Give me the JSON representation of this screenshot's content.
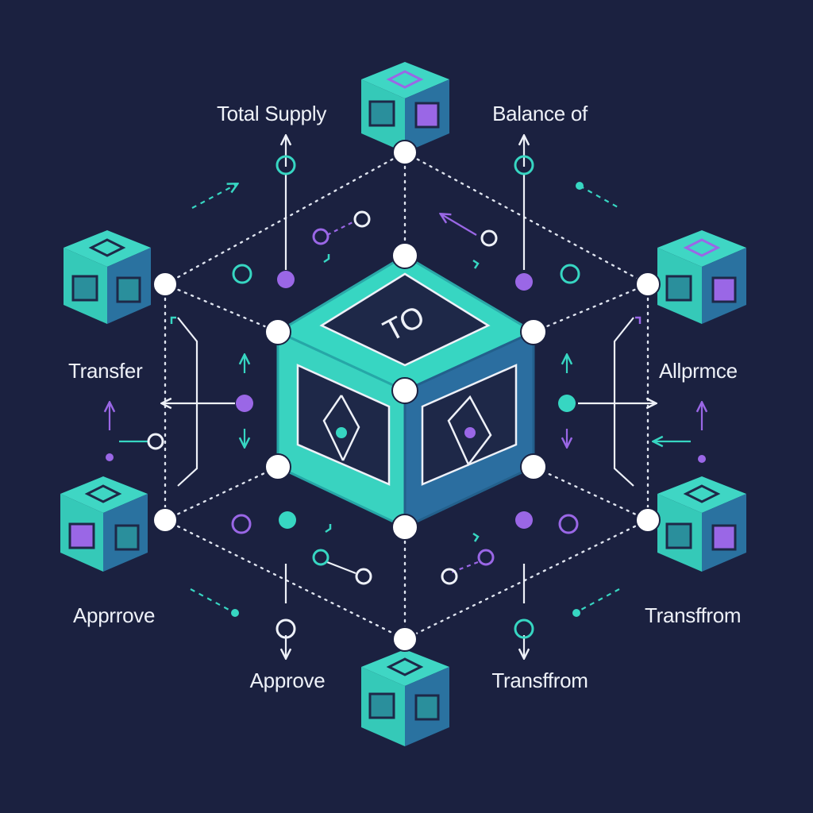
{
  "colors": {
    "background": "#1b2140",
    "teal": "#37d6c2",
    "teal_dark": "#2a8f9c",
    "blue_side": "#2a6f9d",
    "purple": "#9a67e6",
    "node": "#ffffff",
    "line": "#dfe4ef",
    "panel": "#1e2848"
  },
  "labels": {
    "total_supply": "Total Supply",
    "balance_of": "Balance of",
    "transfer": "Transfer",
    "allowance": "Allprmce",
    "approve_left": "Apprrove",
    "transfer_from_right": "Transffrom",
    "approve_bottom": "Approve",
    "transfer_from_bottom": "Transffrom"
  },
  "center_cube_glyph": "TO"
}
